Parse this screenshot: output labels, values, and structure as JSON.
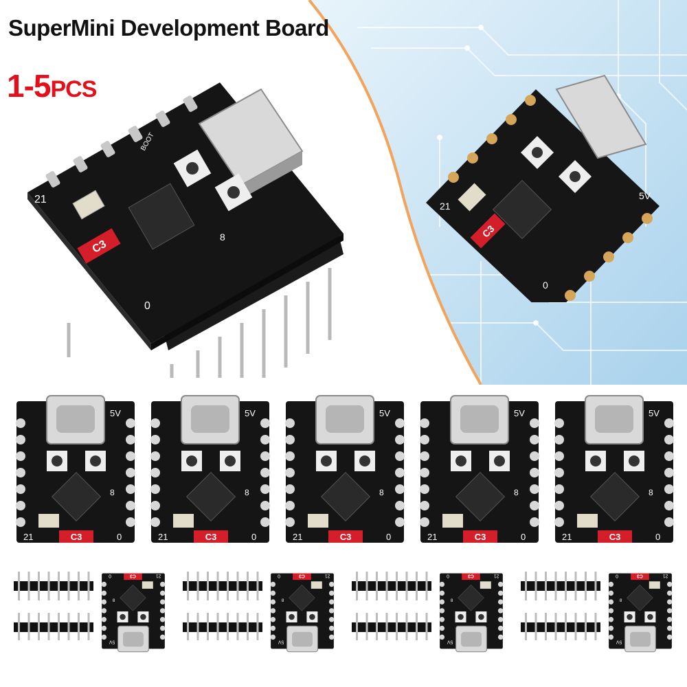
{
  "title": "SuperMini Development Board",
  "quantity": {
    "main": "1-5",
    "unit": "PCS",
    "color": "#e3101c"
  },
  "colors": {
    "pcb": "#141414",
    "accent_red": "#d41f2b",
    "silkscreen": "#ffffff",
    "bg_blue": "#cfe7f7"
  },
  "board_labels": {
    "chip_label": "C3",
    "pin_top": "21",
    "pin_bottom": "0",
    "pin_8": "8",
    "voltage": "5V",
    "boot": "BOOT"
  },
  "product_counts": {
    "boards_row": 5,
    "kits_row": 4
  }
}
